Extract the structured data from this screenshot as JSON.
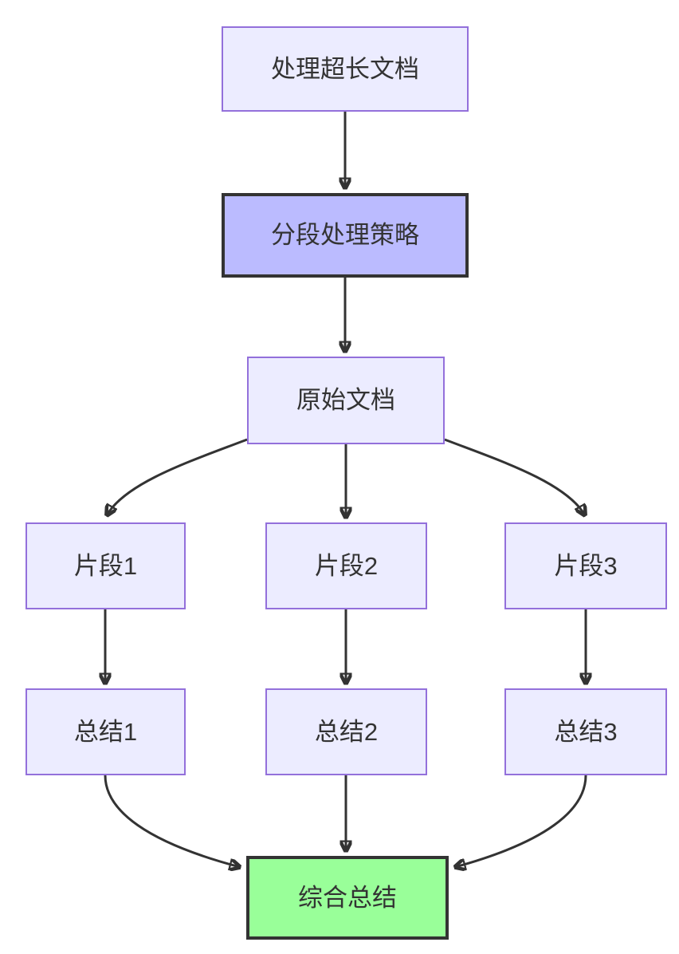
{
  "diagram": {
    "type": "flowchart",
    "direction": "top-down",
    "nodes": [
      {
        "id": "A",
        "label": "处理超长文档",
        "style": "default"
      },
      {
        "id": "B",
        "label": "分段处理策略",
        "style": "highlight-purple"
      },
      {
        "id": "C",
        "label": "原始文档",
        "style": "default"
      },
      {
        "id": "D1",
        "label": "片段1",
        "style": "default"
      },
      {
        "id": "D2",
        "label": "片段2",
        "style": "default"
      },
      {
        "id": "D3",
        "label": "片段3",
        "style": "default"
      },
      {
        "id": "E1",
        "label": "总结1",
        "style": "default"
      },
      {
        "id": "E2",
        "label": "总结2",
        "style": "default"
      },
      {
        "id": "E3",
        "label": "总结3",
        "style": "default"
      },
      {
        "id": "F",
        "label": "综合总结",
        "style": "highlight-green"
      }
    ],
    "edges": [
      {
        "from": "A",
        "to": "B"
      },
      {
        "from": "B",
        "to": "C"
      },
      {
        "from": "C",
        "to": "D1"
      },
      {
        "from": "C",
        "to": "D2"
      },
      {
        "from": "C",
        "to": "D3"
      },
      {
        "from": "D1",
        "to": "E1"
      },
      {
        "from": "D2",
        "to": "E2"
      },
      {
        "from": "D3",
        "to": "E3"
      },
      {
        "from": "E1",
        "to": "F"
      },
      {
        "from": "E2",
        "to": "F"
      },
      {
        "from": "E3",
        "to": "F"
      }
    ],
    "colors": {
      "background": "#ffffff",
      "node_fill": "#ECECFF",
      "node_border": "#9370DB",
      "highlight_purple_fill": "#bbbbff",
      "highlight_green_fill": "#99ff99",
      "highlight_border": "#333333",
      "edge": "#333333",
      "text": "#333333"
    }
  }
}
